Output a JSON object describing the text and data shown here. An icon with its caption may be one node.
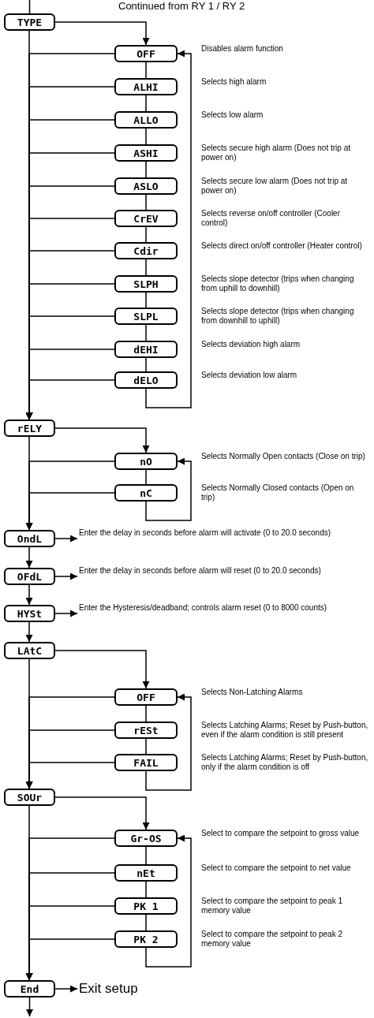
{
  "diagram": {
    "nodes": [
      {
        "text": [
          "TYPE"
        ]
      },
      {
        "text": [
          "OFF"
        ],
        "beside": [
          "Disables alarm function"
        ]
      },
      {
        "text": [
          "ALHI"
        ],
        "beside": [
          "Selects high alarm"
        ]
      },
      {
        "text": [
          "ALLO"
        ],
        "beside": [
          "Selects low alarm"
        ]
      },
      {
        "text": [
          "ASHI"
        ],
        "beside": [
          "Selects secure high alarm (Does not trip at power on)"
        ]
      },
      {
        "text": [
          "ASLO"
        ],
        "beside": [
          "Selects secure low alarm (Does not trip at power on)"
        ]
      },
      {
        "text": [
          "CrEV"
        ],
        "beside": [
          "Selects reverse on/off controller (Cooler control)"
        ]
      },
      {
        "text": [
          "Cdir"
        ],
        "beside": [
          "Selects direct on/off controller (Heater control)"
        ]
      },
      {
        "text": [
          "SLPH"
        ],
        "beside": [
          "Selects slope detector (trips when changing from uphill to downhill)"
        ]
      },
      {
        "text": [
          "SLPL"
        ],
        "beside": [
          "Selects slope detector (trips when changing from downhill to uphill)"
        ]
      },
      {
        "text": [
          "dEHI"
        ],
        "beside": [
          "Selects deviation high alarm"
        ]
      },
      {
        "text": [
          "dELO"
        ],
        "beside": [
          "Selects deviation low alarm"
        ]
      },
      {
        "text": [
          "rELY"
        ]
      },
      {
        "text": [
          "nO"
        ],
        "beside": [
          "Selects Normally Open contacts (Close on trip)"
        ]
      },
      {
        "text": [
          "nC"
        ],
        "beside": [
          "Selects Normally Closed contacts (Open on trip)"
        ]
      },
      {
        "text": [
          "OndL"
        ]
      },
      {
        "text": [
          "Enter the delay in seconds before alarm will activate (0 to 20.0 seconds)"
        ]
      },
      {
        "text": [
          "OFdL"
        ]
      },
      {
        "text": [
          "Enter the delay in seconds before alarm will reset (0 to 20.0 seconds)"
        ]
      },
      {
        "text": [
          "HYSt"
        ]
      },
      {
        "text": [
          "Enter the Hysteresis/deadband; controls alarm reset (0 to 8000 counts)"
        ]
      },
      {
        "text": [
          "LAtC"
        ]
      },
      {
        "text": [
          "OFF"
        ],
        "beside": [
          "Selects Non-Latching Alarms"
        ]
      },
      {
        "text": [
          "rESt"
        ],
        "beside": [
          "Selects Latching Alarms; Reset by Push-button, even if the alarm condition is still present"
        ]
      },
      {
        "text": [
          "FAIL"
        ],
        "beside": [
          "Selects Latching Alarms; Reset by Push-button, only if the alarm condition is off"
        ]
      },
      {
        "text": [
          "SOUr"
        ]
      },
      {
        "text": [
          "Gr-OS"
        ],
        "beside": [
          "Select to compare the setpoint to gross value"
        ]
      },
      {
        "text": [
          "nEt"
        ],
        "beside": [
          "Select to compare the setpoint to net value"
        ]
      },
      {
        "text": [
          "PK 1"
        ],
        "beside": [
          "Select to compare the setpoint to peak 1 memory value"
        ]
      },
      {
        "text": [
          "PK 2"
        ],
        "beside": [
          "Select to compare the setpoint to peak 2 memory value"
        ]
      },
      {
        "text": [
          "End"
        ]
      },
      {
        "text": [
          "Exit setup"
        ]
      }
    ],
    "edges": [
      {
        "from": null,
        "to": 0,
        "arrow": "none"
      },
      {
        "from": 0,
        "to": 1,
        "arrow": "to"
      },
      {
        "from": 1,
        "to": 2,
        "arrow": "none"
      },
      {
        "from": 2,
        "to": 3,
        "arrow": "none"
      },
      {
        "from": 3,
        "to": 4,
        "arrow": "none"
      },
      {
        "from": 4,
        "to": 5,
        "arrow": "none"
      },
      {
        "from": 5,
        "to": 6,
        "arrow": "none"
      },
      {
        "from": 6,
        "to": 7,
        "arrow": "none"
      },
      {
        "from": 7,
        "to": 8,
        "arrow": "none"
      },
      {
        "from": 8,
        "to": 9,
        "arrow": "none"
      },
      {
        "from": 9,
        "to": 10,
        "arrow": "none"
      },
      {
        "from": 10,
        "to": 11,
        "arrow": "none"
      },
      {
        "from": 11,
        "to": 1,
        "arrow": "to"
      },
      {
        "from": 1,
        "to": 12,
        "arrow": "to"
      },
      {
        "from": 2,
        "to": 12,
        "arrow": "to"
      },
      {
        "from": 3,
        "to": 12,
        "arrow": "to"
      },
      {
        "from": 4,
        "to": 12,
        "arrow": "to"
      },
      {
        "from": 5,
        "to": 12,
        "arrow": "to"
      },
      {
        "from": 6,
        "to": 12,
        "arrow": "to"
      },
      {
        "from": 7,
        "to": 12,
        "arrow": "to"
      },
      {
        "from": 8,
        "to": 12,
        "arrow": "to"
      },
      {
        "from": 9,
        "to": 12,
        "arrow": "to"
      },
      {
        "from": 10,
        "to": 12,
        "arrow": "to"
      },
      {
        "from": 11,
        "to": 12,
        "arrow": "to"
      },
      {
        "from": 0,
        "to": 12,
        "arrow": "to"
      },
      {
        "from": 12,
        "to": 13,
        "arrow": "to"
      },
      {
        "from": 13,
        "to": 14,
        "arrow": "none"
      },
      {
        "from": 14,
        "to": 13,
        "arrow": "to"
      },
      {
        "from": 13,
        "to": 15,
        "arrow": "to"
      },
      {
        "from": 14,
        "to": 15,
        "arrow": "to"
      },
      {
        "from": 12,
        "to": 15,
        "arrow": "to"
      },
      {
        "from": 15,
        "to": 16,
        "arrow": "to"
      },
      {
        "from": 15,
        "to": 17,
        "arrow": "to"
      },
      {
        "from": 17,
        "to": 18,
        "arrow": "to"
      },
      {
        "from": 17,
        "to": 19,
        "arrow": "to"
      },
      {
        "from": 19,
        "to": 20,
        "arrow": "to"
      },
      {
        "from": 19,
        "to": 21,
        "arrow": "to"
      },
      {
        "from": 21,
        "to": 22,
        "arrow": "to"
      },
      {
        "from": 22,
        "to": 23,
        "arrow": "none"
      },
      {
        "from": 23,
        "to": 24,
        "arrow": "none"
      },
      {
        "from": 24,
        "to": 22,
        "arrow": "to"
      },
      {
        "from": 22,
        "to": 25,
        "arrow": "to"
      },
      {
        "from": 23,
        "to": 25,
        "arrow": "to"
      },
      {
        "from": 24,
        "to": 25,
        "arrow": "to"
      },
      {
        "from": 21,
        "to": 25,
        "arrow": "to"
      },
      {
        "from": 25,
        "to": 26,
        "arrow": "to"
      },
      {
        "from": 26,
        "to": 27,
        "arrow": "none"
      },
      {
        "from": 27,
        "to": 28,
        "arrow": "none"
      },
      {
        "from": 28,
        "to": 29,
        "arrow": "none"
      },
      {
        "from": 29,
        "to": 26,
        "arrow": "to"
      },
      {
        "from": 26,
        "to": 30,
        "arrow": "to"
      },
      {
        "from": 27,
        "to": 30,
        "arrow": "to"
      },
      {
        "from": 28,
        "to": 30,
        "arrow": "to"
      },
      {
        "from": 29,
        "to": 30,
        "arrow": "to"
      },
      {
        "from": 25,
        "to": 30,
        "arrow": "to"
      },
      {
        "from": 30,
        "to": 31,
        "arrow": "to"
      },
      {
        "from": 30,
        "to": null,
        "arrow": "to"
      }
    ],
    "labels": [
      "Continued from RY 1 / RY 2"
    ]
  }
}
